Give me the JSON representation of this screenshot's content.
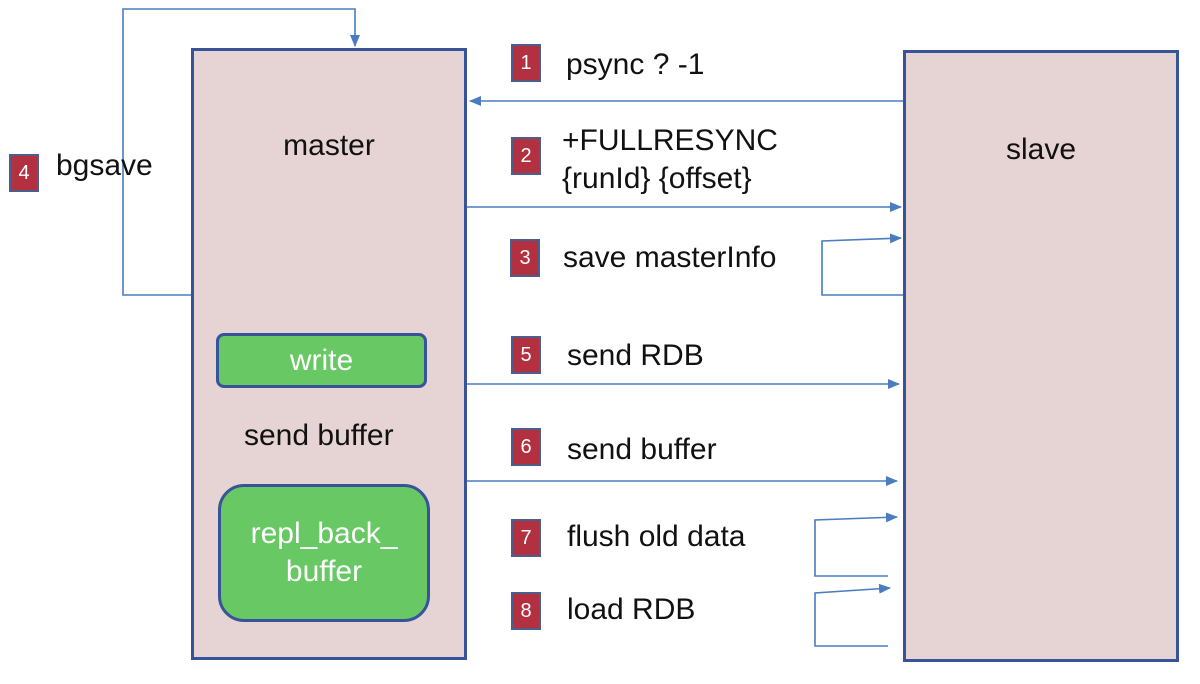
{
  "master": {
    "label": "master"
  },
  "slave": {
    "label": "slave"
  },
  "write_box": {
    "label": "write"
  },
  "buffer_box": {
    "line1": "repl_back_",
    "line2": "buffer"
  },
  "internal_label": "send buffer",
  "steps": [
    {
      "num": "1",
      "text": "psync ? -1"
    },
    {
      "num": "2",
      "line1": "+FULLRESYNC",
      "line2": "{runId} {offset}"
    },
    {
      "num": "3",
      "text": "save masterInfo"
    },
    {
      "num": "4",
      "text": "bgsave"
    },
    {
      "num": "5",
      "text": "send RDB"
    },
    {
      "num": "6",
      "text": "send buffer"
    },
    {
      "num": "7",
      "text": "flush old data"
    },
    {
      "num": "8",
      "text": "load RDB"
    }
  ],
  "colors": {
    "box_fill": "#e6d4d4",
    "box_border": "#37539a",
    "green_fill": "#67c864",
    "badge_fill": "#b2303f",
    "arrow": "#4a7cc0"
  }
}
